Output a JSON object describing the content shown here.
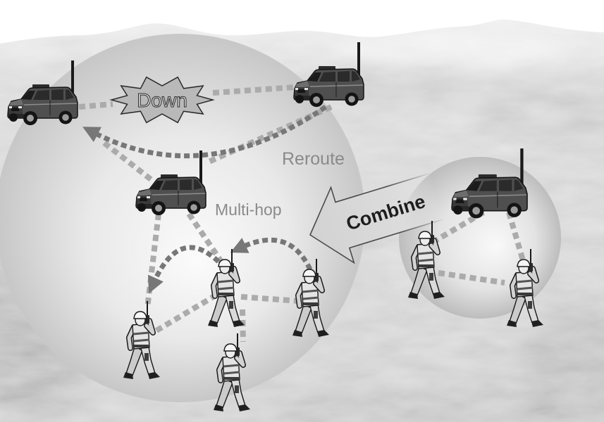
{
  "diagram": {
    "labels": {
      "down": "Down",
      "reroute": "Reroute",
      "multi_hop": "Multi-hop",
      "combine": "Combine"
    },
    "icons": {
      "vehicle": "vehicle-icon",
      "responder": "radio-responder-icon",
      "link_failure": "starburst-icon",
      "combine_arrow": "arrow-left-icon"
    },
    "colors": {
      "link": "#ababab",
      "route_arrow": "#777777",
      "label_text": "#8a8a8a",
      "combine_text": "#1e1e1e",
      "zone_fill": "#e8e8e8"
    }
  }
}
